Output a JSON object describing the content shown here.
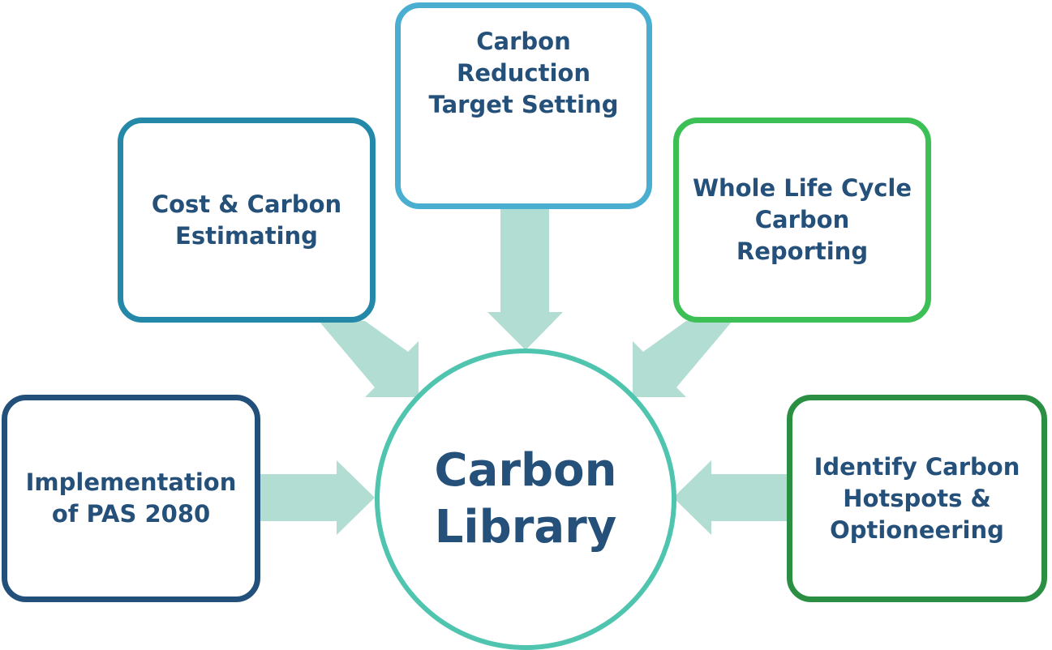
{
  "center": {
    "label": "Carbon\nLibrary",
    "color": "#4fc4ae"
  },
  "nodes": [
    {
      "label": "Cost & Carbon\nEstimating",
      "color": "#2489a8"
    },
    {
      "label": "Carbon\nReduction\nTarget Setting",
      "color": "#4aaed0"
    },
    {
      "label": "Whole Life Cycle\nCarbon\nReporting",
      "color": "#3cbf55"
    },
    {
      "label": "Implementation\nof PAS 2080",
      "color": "#23507a"
    },
    {
      "label": "Identify Carbon\nHotspots &\nOptioneering",
      "color": "#2a8f42"
    }
  ],
  "arrow_color": "#b2ddd3",
  "text_color": "#24507a"
}
